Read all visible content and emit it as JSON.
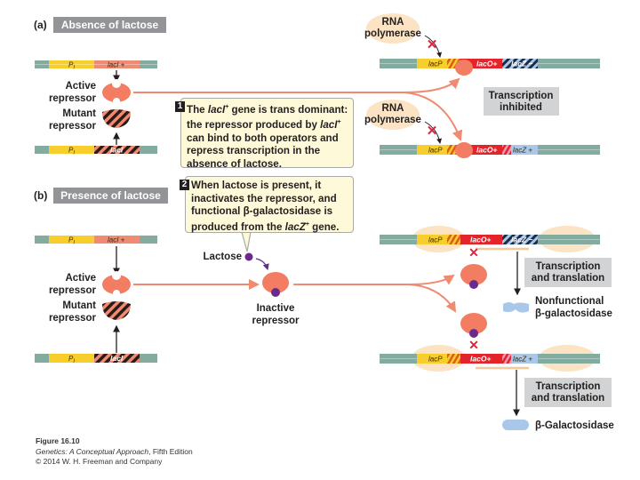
{
  "panel_a": {
    "letter": "(a)",
    "title": "Absence of lactose"
  },
  "panel_b": {
    "letter": "(b)",
    "title": "Presence of lactose"
  },
  "genes": {
    "pi": "P",
    "pi_sub": "I",
    "laci_plus": "lacI +",
    "laci_minus": "lacI",
    "lacp": "lacP",
    "laco_plus": "lacO+",
    "lacz_minus": "lacZ −",
    "lacz_plus": "lacZ +"
  },
  "labels": {
    "active_1": "Active",
    "active_2": "repressor",
    "mutant_1": "Mutant",
    "mutant_2": "repressor",
    "rnap_1": "RNA",
    "rnap_2": "polymerase",
    "lactose": "Lactose",
    "inactive_1": "Inactive",
    "inactive_2": "repressor",
    "nonfunc_1": "Nonfunctional",
    "nonfunc_2": "β-galactosidase",
    "bgal": "β-Galactosidase"
  },
  "boxes": {
    "inhibited": [
      "Transcription",
      "inhibited"
    ],
    "tt": [
      "Transcription",
      "and translation"
    ]
  },
  "notes": {
    "n1": {
      "num": "1",
      "parts": [
        "The ",
        "lacI",
        "+",
        " gene is trans dominant: the repressor produced by ",
        "lacI",
        "+",
        " can bind to both operators and repress transcription in the absence of lactose."
      ]
    },
    "n2": {
      "num": "2",
      "parts": [
        "When lactose is present, it inactivates the repressor, and functional β-galactosidase is produced from the ",
        "lacZ",
        "+",
        " gene."
      ]
    }
  },
  "caption": {
    "fig": "Figure 16.10",
    "book": "Genetics: A Conceptual Approach",
    "edition": ", Fifth Edition",
    "copy": "© 2014 W. H. Freeman and Company"
  },
  "colors": {
    "dna": "#84ab9f",
    "promoter": "#f7ce2b",
    "laci": "#ef8b73",
    "operator": "#e3242b",
    "lacz_plus": "#a9c7e8",
    "repressor": "#f27d62",
    "lactose": "#6a2a8c",
    "polymerase": "#fbe3c4",
    "stop_x": "#d7263d",
    "note_bg": "#fdf9d9"
  }
}
